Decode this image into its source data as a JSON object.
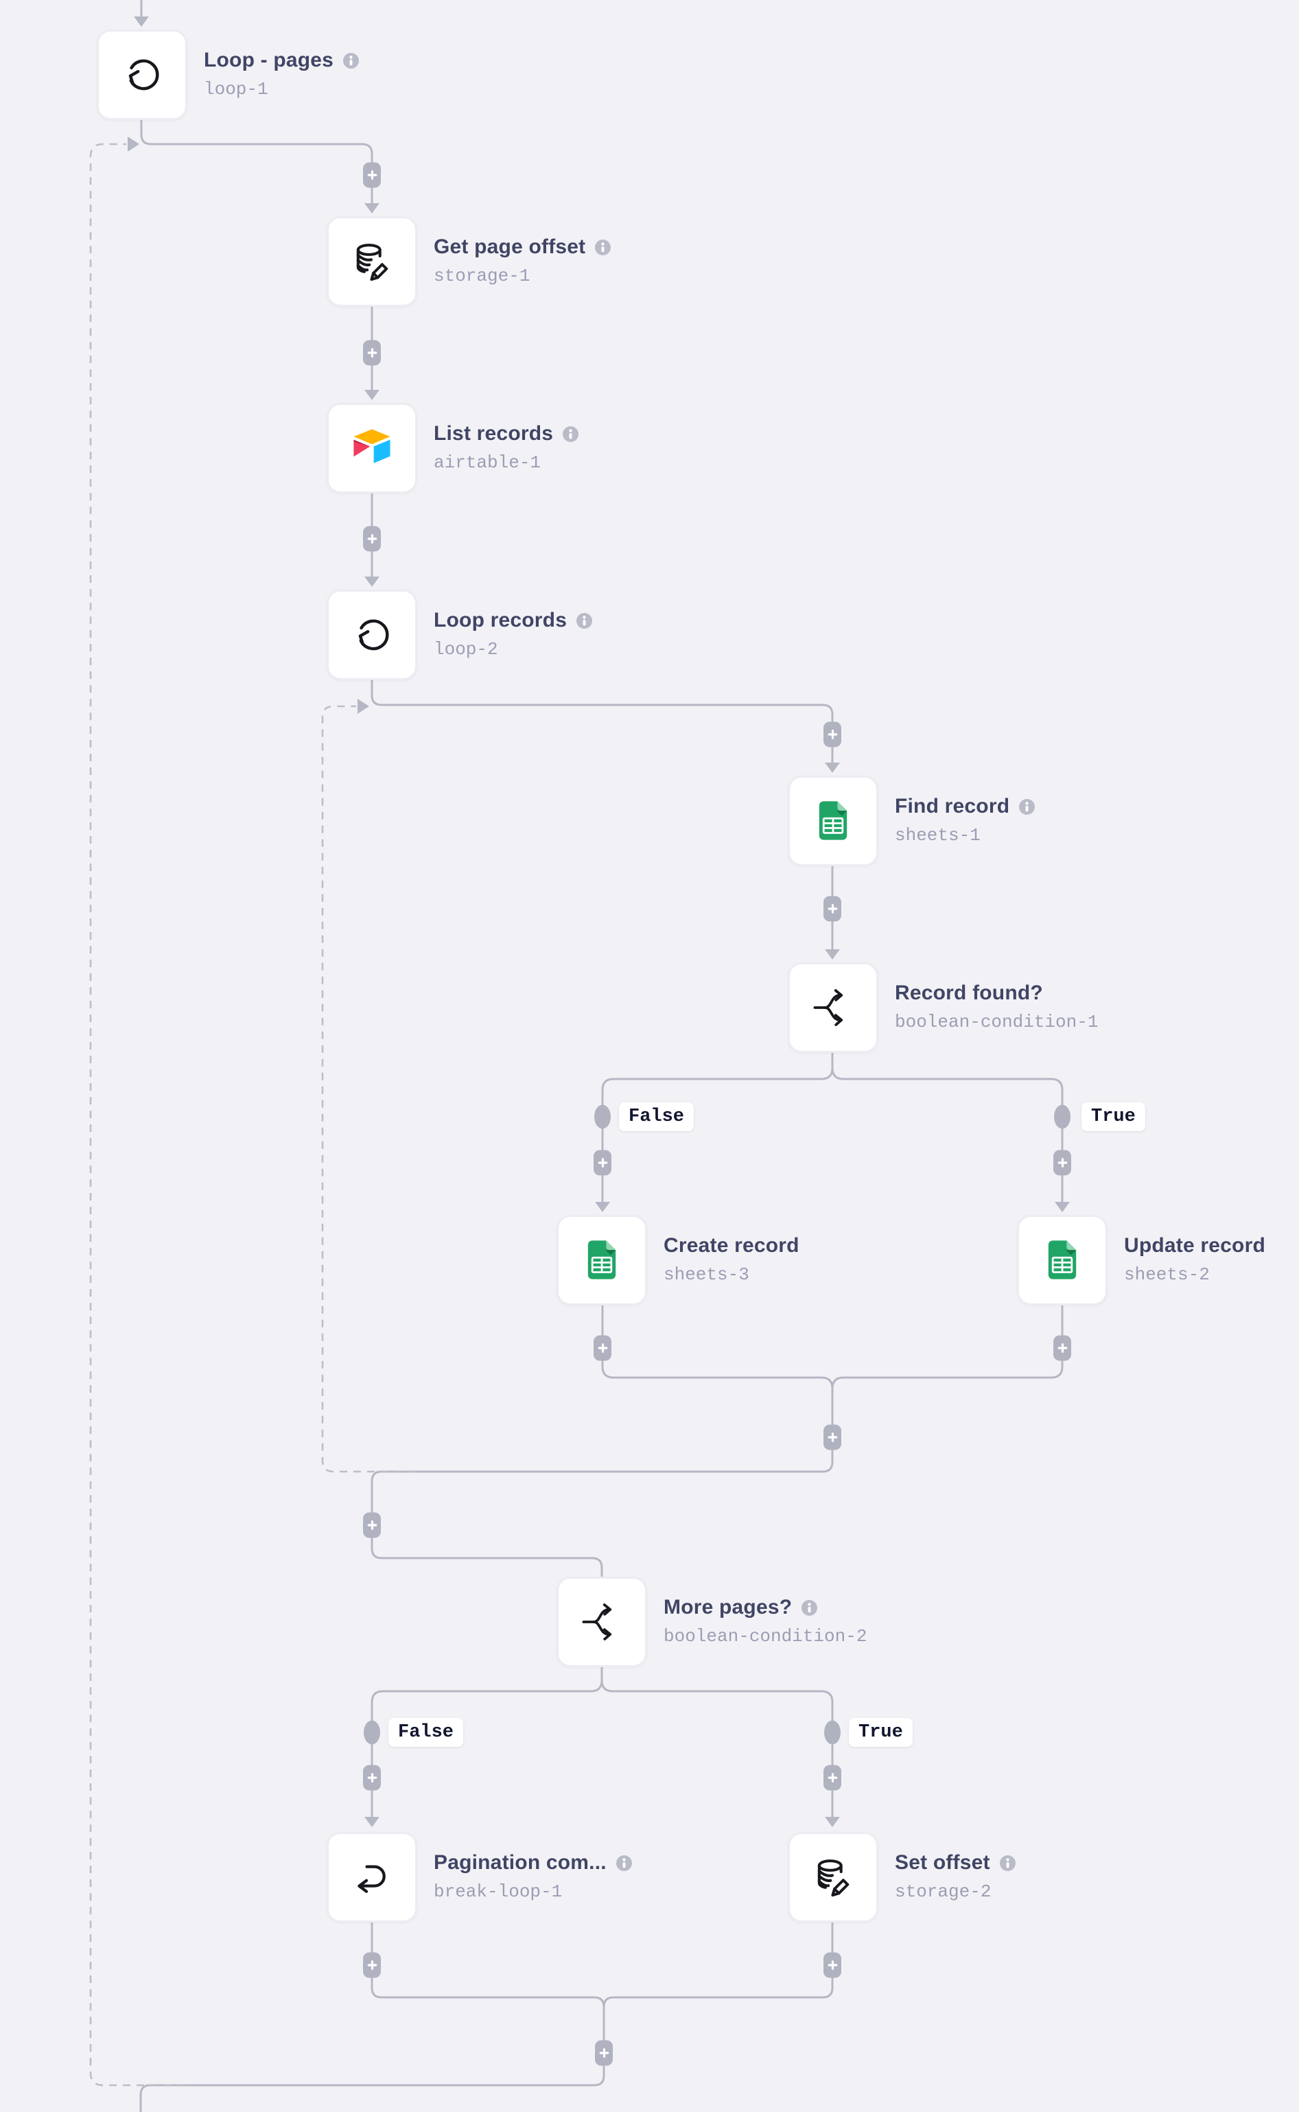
{
  "canvas": {
    "background": "#f2f2f6",
    "line_color": "#b6b7c4",
    "dashed_line_color": "#bcbdc9",
    "plus_chip_color": "#b0b2c0",
    "card_border_color": "#ececf2",
    "title_color": "#404565",
    "subtitle_color": "#9b9db4"
  },
  "nodes": [
    {
      "title": "Loop - pages",
      "subtitle": "loop-1",
      "icon": "loop-icon",
      "has_info": true
    },
    {
      "title": "Get page offset",
      "subtitle": "storage-1",
      "icon": "database-edit-icon",
      "has_info": true
    },
    {
      "title": "List records",
      "subtitle": "airtable-1",
      "icon": "airtable-icon",
      "has_info": true
    },
    {
      "title": "Loop records",
      "subtitle": "loop-2",
      "icon": "loop-icon",
      "has_info": true
    },
    {
      "title": "Find record",
      "subtitle": "sheets-1",
      "icon": "google-sheets-icon",
      "has_info": true
    },
    {
      "title": "Record found?",
      "subtitle": "boolean-condition-1",
      "icon": "branch-icon",
      "has_info": false
    },
    {
      "title": "Create record",
      "subtitle": "sheets-3",
      "icon": "google-sheets-icon",
      "has_info": false
    },
    {
      "title": "Update record",
      "subtitle": "sheets-2",
      "icon": "google-sheets-icon",
      "has_info": false
    },
    {
      "title": "More pages?",
      "subtitle": "boolean-condition-2",
      "icon": "branch-icon",
      "has_info": true
    },
    {
      "title": "Pagination com...",
      "subtitle": "break-loop-1",
      "icon": "break-loop-icon",
      "has_info": true
    },
    {
      "title": "Set offset",
      "subtitle": "storage-2",
      "icon": "database-edit-icon",
      "has_info": true
    }
  ],
  "branches": {
    "condition1": {
      "false_label": "False",
      "true_label": "True"
    },
    "condition2": {
      "false_label": "False",
      "true_label": "True"
    }
  }
}
